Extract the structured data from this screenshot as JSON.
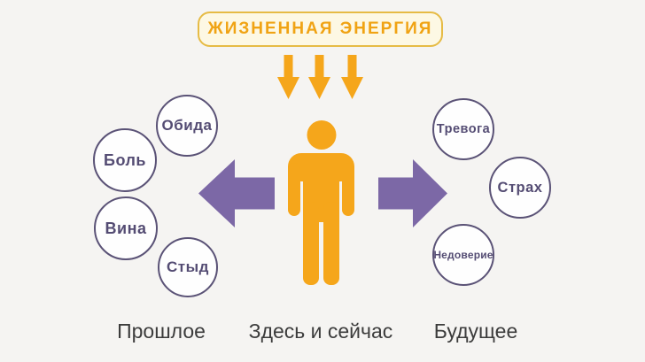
{
  "title": "ЖИЗНЕННАЯ ЭНЕРГИЯ",
  "past_emotions": [
    "Обида",
    "Боль",
    "Вина",
    "Стыд"
  ],
  "future_emotions": [
    "Тревога",
    "Страх",
    "Недоверие"
  ],
  "labels": {
    "past": "Прошлое",
    "present": "Здесь и сейчас",
    "future": "Будущее"
  },
  "icons": {
    "down_arrows": "three orange arrows pointing down from energy to person",
    "person": "orange human silhouette",
    "left_arrow": "purple arrow pointing left toward past emotions",
    "right_arrow": "purple arrow pointing right toward future emotions"
  },
  "colors": {
    "background": "#F5F4F2",
    "orange": "#F5A61B",
    "pill_fill": "#FDF8E4",
    "pill_border": "#E6BB45",
    "pill_text": "#F0A314",
    "purple_arrow": "#7C68A6",
    "circle_border": "#5A5276",
    "circle_text": "#544C73",
    "label_text": "#3C3C3C"
  }
}
